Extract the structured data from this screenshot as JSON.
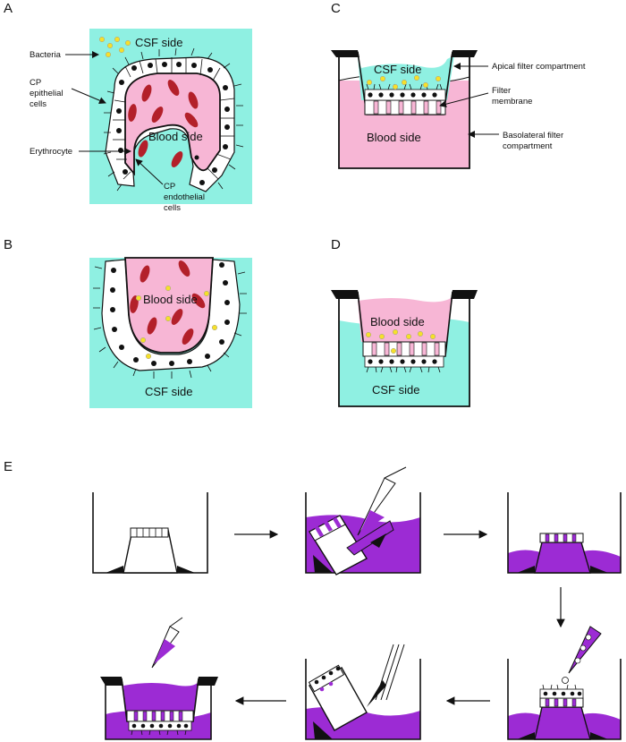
{
  "panels": {
    "A": {
      "letter": "A",
      "csf_side": "CSF side",
      "blood_side": "Blood side",
      "labels": {
        "bacteria": "Bacteria",
        "cp_epithelial_line1": "CP",
        "cp_epithelial_line2": "epithelial",
        "cp_epithelial_line3": "cells",
        "erythrocyte": "Erythrocyte",
        "cp_endothelial_line1": "CP",
        "cp_endothelial_line2": "endothelial",
        "cp_endothelial_line3": "cells"
      }
    },
    "B": {
      "letter": "B",
      "blood_side": "Blood side",
      "csf_side": "CSF side"
    },
    "C": {
      "letter": "C",
      "csf_side": "CSF side",
      "blood_side": "Blood side",
      "labels": {
        "apical": "Apical filter compartment",
        "filter_line1": "Filter",
        "filter_line2": "membrane",
        "basolateral_line1": "Basolateral filter",
        "basolateral_line2": "compartment"
      }
    },
    "D": {
      "letter": "D",
      "blood_side": "Blood side",
      "csf_side": "CSF side"
    },
    "E": {
      "letter": "E"
    }
  },
  "colors": {
    "csf": "#8ff0e2",
    "blood": "#f7b6d5",
    "erythrocyte": "#b3202a",
    "bacteria": "#f6e02a",
    "medium": "#9c2bd4",
    "cell_nucleus": "#111111"
  }
}
